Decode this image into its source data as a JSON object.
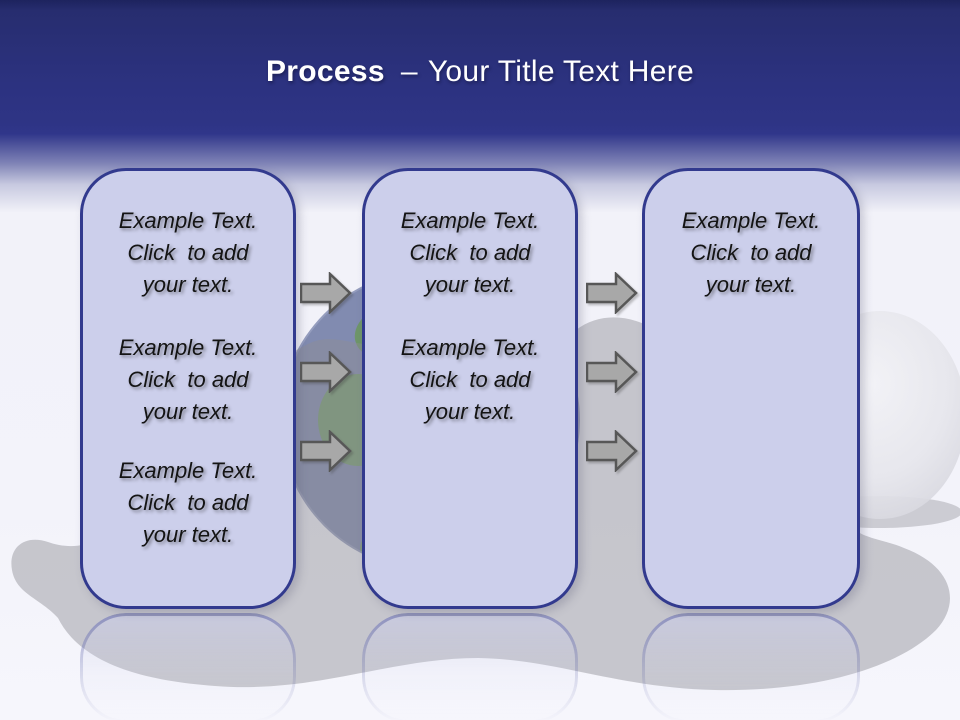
{
  "slide": {
    "title": {
      "keyword": "Process",
      "separator": "–",
      "subtitle": "Your Title Text Here"
    }
  },
  "process": {
    "columns": [
      {
        "name": "step-1",
        "blocks": [
          {
            "lines": [
              "Example Text.",
              "Click  to add",
              "your text."
            ]
          },
          {
            "lines": [
              "Example Text.",
              "Click  to add",
              "your text."
            ]
          },
          {
            "lines": [
              "Example Text.",
              "Click  to add",
              "your text."
            ]
          }
        ]
      },
      {
        "name": "step-2",
        "blocks": [
          {
            "lines": [
              "Example Text.",
              "Click  to add",
              "your text."
            ]
          },
          {
            "lines": [
              "Example Text.",
              "Click  to add",
              "your text."
            ]
          }
        ]
      },
      {
        "name": "step-3",
        "blocks": [
          {
            "lines": [
              "Example Text.",
              "Click  to add",
              "your text."
            ]
          }
        ]
      }
    ],
    "connectors": {
      "icon": "arrow-right",
      "arrows_per_gap": 3
    }
  },
  "decor": {
    "watermarks": [
      "globe-image",
      "pebble-stone-image",
      "gray-puddle-shape",
      "box-reflections"
    ]
  },
  "colors": {
    "header_blue": "#2e3485",
    "title_text": "#ffffff",
    "box_fill": "#cccfeb",
    "box_border": "#323a8e",
    "arrow_fill": "#a8a8a8",
    "arrow_border": "#575757",
    "body_text": "#141414",
    "background": "#f1f1f8",
    "puddle_gray": "#8d8d94"
  }
}
